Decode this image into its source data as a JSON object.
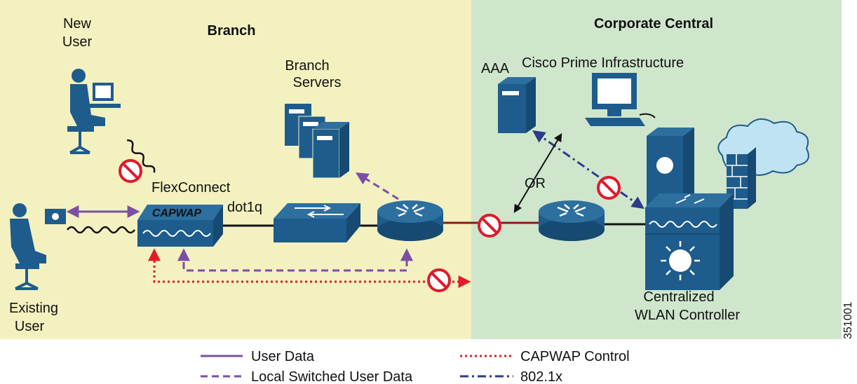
{
  "zones": {
    "branch": {
      "title": "Branch",
      "color": "#f3f1bf"
    },
    "central": {
      "title": "Corporate Central",
      "color": "#cfe6cc"
    }
  },
  "labels": {
    "new_user": [
      "New",
      "User"
    ],
    "existing_user": [
      "Existing",
      "User"
    ],
    "branch_servers": [
      "Branch",
      "Servers"
    ],
    "flexconnect": "FlexConnect",
    "capwap": "CAPWAP",
    "dot1q": "dot1q",
    "or": "OR",
    "aaa": "AAA",
    "prime": "Cisco Prime Infrastructure",
    "wlc": [
      "Centralized",
      "WLAN Controller"
    ]
  },
  "legend": {
    "user_data": "User Data",
    "local_switched": "Local Switched User Data",
    "capwap_control": "CAPWAP Control",
    "dot1x": "802.1x"
  },
  "figure_id": "351001",
  "colors": {
    "device_blue": "#1d5c8c",
    "user_data": "#7b4fa6",
    "local_switched": "#7b4fa6",
    "capwap_control": "#e11c2a",
    "dot1x": "#2a3c8a",
    "wan_link": "#8b1a1a",
    "block_red": "#e0192b"
  }
}
